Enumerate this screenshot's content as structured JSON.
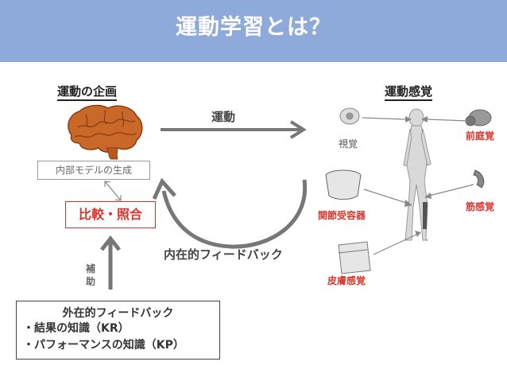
{
  "title": "運動学習とは？",
  "left": {
    "heading": "運動の企画",
    "model_box": "内部モデルの生成",
    "compare_box": "比較・照合",
    "assist_label": "補\n助",
    "external_feedback": {
      "title": "外在的フィードバック",
      "items": [
        "・結果の知識（KR）",
        "・パフォーマンスの知識（KP）"
      ]
    }
  },
  "center": {
    "motion_label": "運動",
    "internal_feedback_label": "内在的フィードバック"
  },
  "right": {
    "heading": "運動感覚",
    "labels": {
      "vision": "視覚",
      "vestibular": "前庭覚",
      "joint_receptor": "関節受容器",
      "muscle_sense": "筋感覚",
      "skin_sense": "皮膚感覚"
    }
  },
  "colors": {
    "header_bg": "#8eaadb",
    "accent_red": "#d9342b",
    "arrow_gray": "#777777",
    "brain_brown": "#b85a1e"
  }
}
